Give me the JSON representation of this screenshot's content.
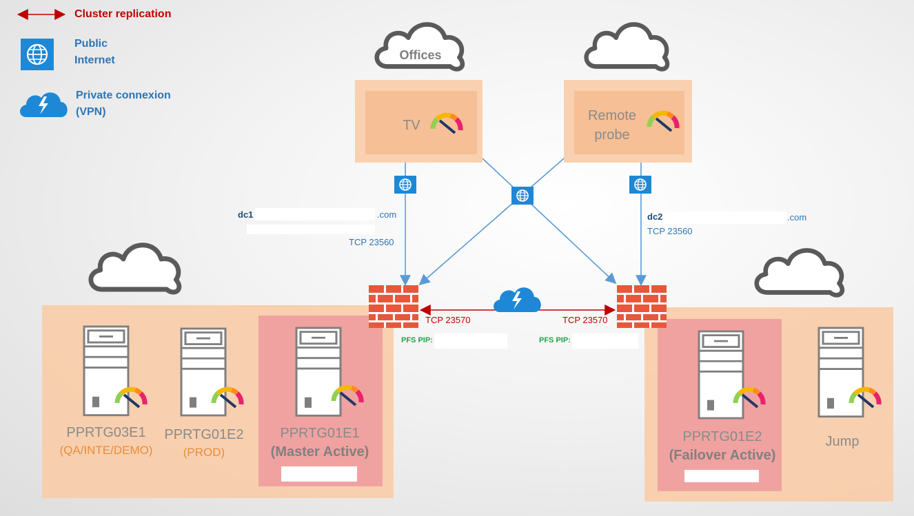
{
  "legend": {
    "cluster_replication": "Cluster replication",
    "public_internet": "Public\nInternet",
    "private_connexion": "Private connexion\n(VPN)"
  },
  "clouds": {
    "offices": "Offices"
  },
  "sites": {
    "tv": {
      "label": "TV"
    },
    "remote_probe": {
      "label": "Remote\nprobe"
    }
  },
  "links": {
    "dc1_prefix": "dc1",
    "dc1_suffix": ".com",
    "dc1_port": "TCP 23560",
    "dc2_prefix": "dc2",
    "dc2_suffix": ".com",
    "dc2_port": "TCP 23560",
    "repl_port_left": "TCP 23570",
    "repl_port_right": "TCP 23570",
    "pfs_pip_left": "PFS PIP:",
    "pfs_pip_right": "PFS PIP:"
  },
  "servers": {
    "pprtg03e1": {
      "name": "PPRTG03E1",
      "role": "(QA/INTE/DEMO)"
    },
    "pprtg01e2_prod": {
      "name": "PPRTG01E2",
      "role": "(PROD)"
    },
    "pprtg01e1": {
      "name": "PPRTG01E1",
      "role": "(Master Active)"
    },
    "pprtg01e2_failover": {
      "name": "PPRTG01E2",
      "role": "(Failover Active)"
    },
    "jump": {
      "name": "Jump"
    }
  },
  "colors": {
    "replication": "#c00000",
    "public_link": "#5b9bd5",
    "panel": "#f8cda9",
    "master_panel": "#f0a2a0",
    "brick": "#e8573c"
  },
  "icons": [
    "globe-icon",
    "vpn-cloud-icon",
    "firewall-icon",
    "server-icon",
    "gauge-icon",
    "cloud-icon"
  ]
}
